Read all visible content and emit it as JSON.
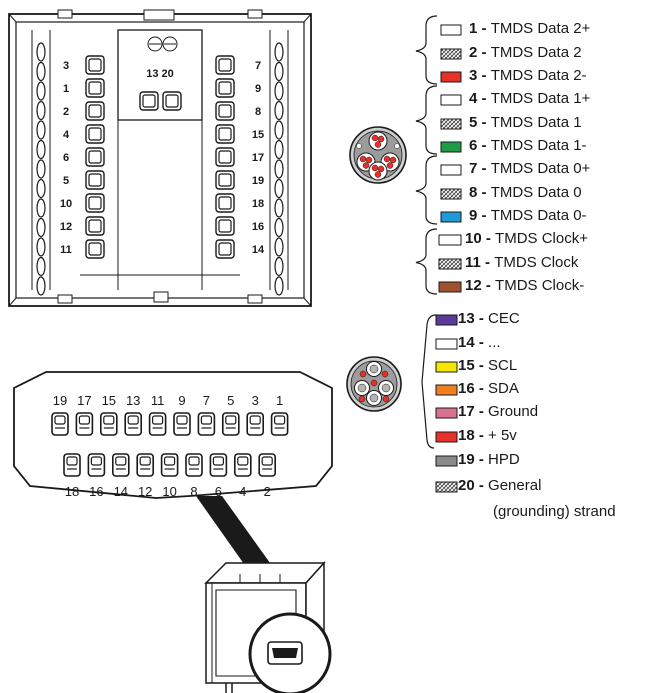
{
  "wires": [
    {
      "num": "1",
      "label": "TMDS Data 2+",
      "swatch": "white"
    },
    {
      "num": "2",
      "label": "TMDS Data 2",
      "swatch": "hatch"
    },
    {
      "num": "3",
      "label": "TMDS Data 2-",
      "swatch": "#e8302a"
    },
    {
      "num": "4",
      "label": "TMDS Data 1+",
      "swatch": "white"
    },
    {
      "num": "5",
      "label": "TMDS Data 1",
      "swatch": "hatch"
    },
    {
      "num": "6",
      "label": "TMDS Data 1-",
      "swatch": "#1f9a45"
    },
    {
      "num": "7",
      "label": "TMDS Data 0+",
      "swatch": "white"
    },
    {
      "num": "8",
      "label": "TMDS Data 0",
      "swatch": "hatch"
    },
    {
      "num": "9",
      "label": "TMDS Data 0-",
      "swatch": "#1e9ad6"
    },
    {
      "num": "10",
      "label": "TMDS Clock+",
      "swatch": "white"
    },
    {
      "num": "11",
      "label": "TMDS Clock",
      "swatch": "hatch"
    },
    {
      "num": "12",
      "label": "TMDS Clock-",
      "swatch": "#a0522d"
    },
    {
      "num": "13",
      "label": "CEC",
      "swatch": "#5b3b9a"
    },
    {
      "num": "14",
      "label": "...",
      "swatch": "white"
    },
    {
      "num": "15",
      "label": "SCL",
      "swatch": "#f5e600"
    },
    {
      "num": "16",
      "label": "SDA",
      "swatch": "#f07f1e"
    },
    {
      "num": "17",
      "label": "Ground",
      "swatch": "#d9728f"
    },
    {
      "num": "18",
      "label": "+ 5v",
      "swatch": "#e8302a"
    },
    {
      "num": "19",
      "label": "HPD",
      "swatch": "#8a8a8a"
    },
    {
      "num": "20",
      "label": "General",
      "swatch": "hatch"
    }
  ],
  "wire20_line2": "(grounding) strand",
  "separator": " - ",
  "terminal_left": [
    "3",
    "1",
    "2",
    "4",
    "6",
    "5",
    "10",
    "12",
    "11"
  ],
  "terminal_right": [
    "7",
    "9",
    "8",
    "15",
    "17",
    "19",
    "18",
    "16",
    "14"
  ],
  "terminal_top": "13 20",
  "connector_top_row": [
    "19",
    "17",
    "15",
    "13",
    "11",
    "9",
    "7",
    "5",
    "3",
    "1"
  ],
  "connector_bottom_row": [
    "18",
    "16",
    "14",
    "12",
    "10",
    "8",
    "6",
    "4",
    "2"
  ],
  "colors": {
    "red": "#e8302a",
    "grey": "#b5b5b5",
    "line": "#1a1a1a"
  }
}
